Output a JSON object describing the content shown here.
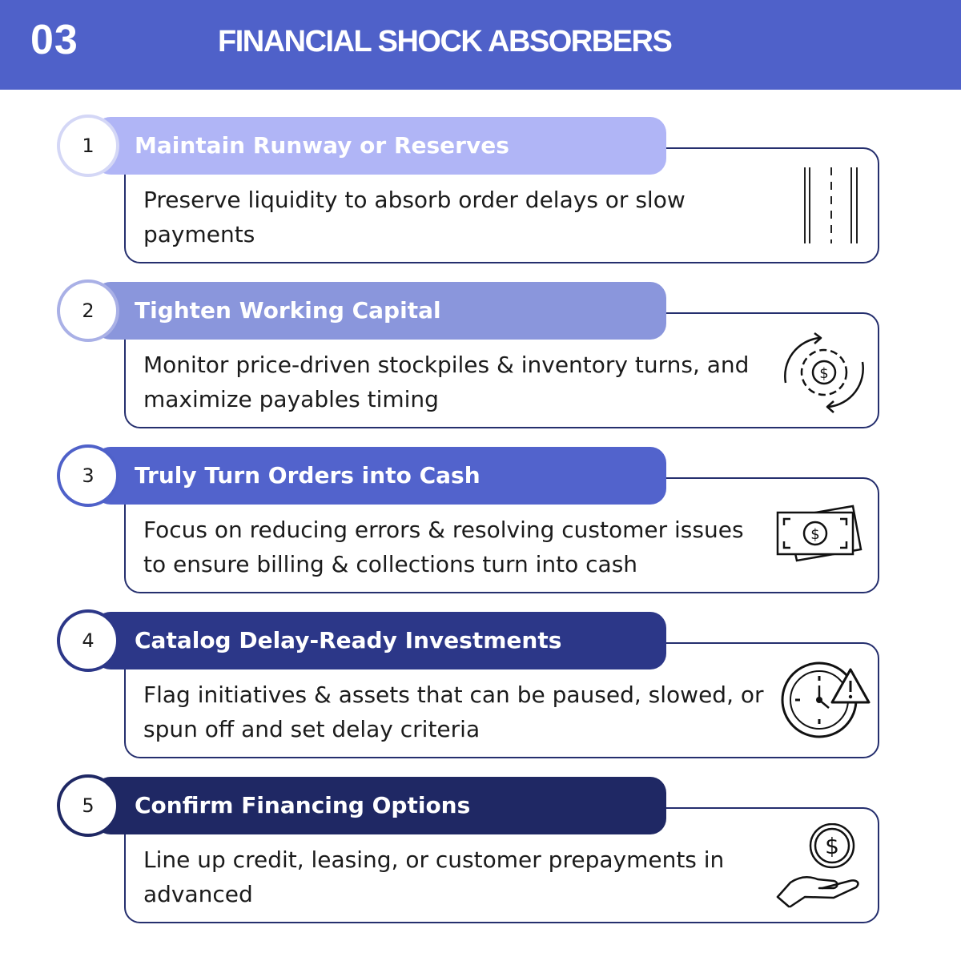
{
  "header": {
    "number": "03",
    "title": "FINANCIAL SHOCK ABSORBERS"
  },
  "items": [
    {
      "number": "1",
      "title": "Maintain Runway or Reserves",
      "description": "Preserve liquidity to absorb order delays or slow payments",
      "icon": "road-icon",
      "color": "#b0b5f6"
    },
    {
      "number": "2",
      "title": "Tighten Working Capital",
      "description": "Monitor price-driven stockpiles & inventory turns, and maximize payables timing",
      "icon": "gear-dollar-cycle-icon",
      "color": "#8a96dc"
    },
    {
      "number": "3",
      "title": "Truly Turn Orders into Cash",
      "description": "Focus on reducing errors & resolving customer issues to ensure billing & collections turn into cash",
      "icon": "banknotes-icon",
      "color": "#5263cc"
    },
    {
      "number": "4",
      "title": "Catalog Delay-Ready Investments",
      "description": "Flag initiatives & assets that can be paused, slowed, or spun off and set delay criteria",
      "icon": "clock-warning-icon",
      "color": "#2c3788"
    },
    {
      "number": "5",
      "title": "Confirm Financing Options",
      "description": "Line up credit, leasing, or customer prepayments in advanced",
      "icon": "hand-dollar-icon",
      "color": "#1f2864"
    }
  ]
}
